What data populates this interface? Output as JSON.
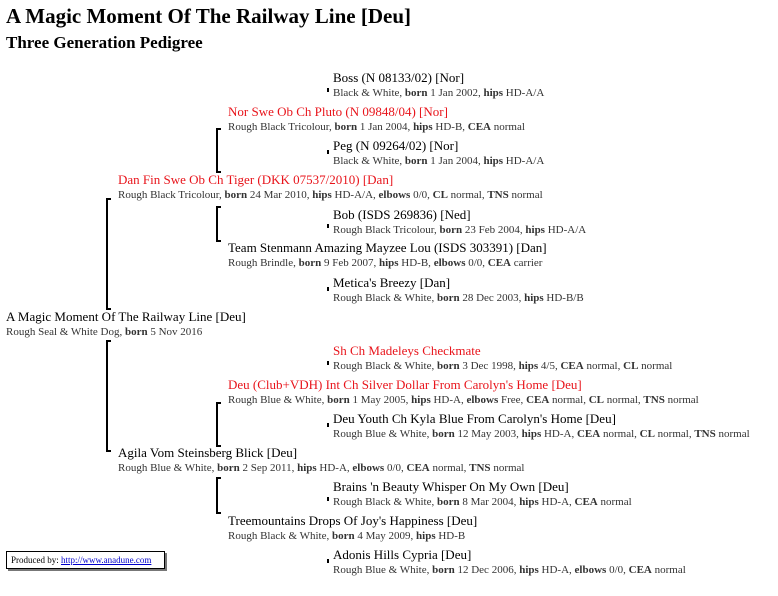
{
  "title": "A Magic Moment Of The Railway Line [Deu]",
  "subtitle": "Three Generation Pedigree",
  "dogs": [
    {
      "name": "A Magic Moment Of The Railway Line [Deu]",
      "titled": false,
      "details": [
        [
          "Rough Seal & White Dog, ",
          ""
        ],
        [
          "born",
          "b"
        ],
        [
          " 5 Nov 2016",
          ""
        ]
      ]
    },
    {
      "name": "Dan Fin Swe Ob Ch Tiger (DKK 07537/2010) [Dan]",
      "titled": true,
      "details": [
        [
          "Rough Black Tricolour, ",
          ""
        ],
        [
          "born",
          "b"
        ],
        [
          " 24 Mar 2010, ",
          ""
        ],
        [
          "hips",
          "b"
        ],
        [
          " HD-A/A, ",
          ""
        ],
        [
          "elbows",
          "b"
        ],
        [
          " 0/0, ",
          ""
        ],
        [
          "CL",
          "b"
        ],
        [
          " normal, ",
          ""
        ],
        [
          "TNS",
          "b"
        ],
        [
          " normal",
          ""
        ]
      ]
    },
    {
      "name": "Agila Vom Steinsberg Blick [Deu]",
      "titled": false,
      "details": [
        [
          "Rough Blue & White, ",
          ""
        ],
        [
          "born",
          "b"
        ],
        [
          " 2 Sep 2011, ",
          ""
        ],
        [
          "hips",
          "b"
        ],
        [
          " HD-A, ",
          ""
        ],
        [
          "elbows",
          "b"
        ],
        [
          " 0/0, ",
          ""
        ],
        [
          "CEA",
          "b"
        ],
        [
          " normal, ",
          ""
        ],
        [
          "TNS",
          "b"
        ],
        [
          " normal",
          ""
        ]
      ]
    },
    {
      "name": "Nor Swe Ob Ch Pluto (N 09848/04) [Nor]",
      "titled": true,
      "details": [
        [
          "Rough Black Tricolour, ",
          ""
        ],
        [
          "born",
          "b"
        ],
        [
          " 1 Jan 2004, ",
          ""
        ],
        [
          "hips",
          "b"
        ],
        [
          " HD-B, ",
          ""
        ],
        [
          "CEA",
          "b"
        ],
        [
          " normal",
          ""
        ]
      ]
    },
    {
      "name": "Team Stenmann Amazing Mayzee Lou (ISDS 303391) [Dan]",
      "titled": false,
      "details": [
        [
          "Rough Brindle, ",
          ""
        ],
        [
          "born",
          "b"
        ],
        [
          " 9 Feb 2007, ",
          ""
        ],
        [
          "hips",
          "b"
        ],
        [
          " HD-B, ",
          ""
        ],
        [
          "elbows",
          "b"
        ],
        [
          " 0/0, ",
          ""
        ],
        [
          "CEA",
          "b"
        ],
        [
          " carrier",
          ""
        ]
      ]
    },
    {
      "name": "Deu (Club+VDH) Int Ch Silver Dollar From Carolyn's Home [Deu]",
      "titled": true,
      "details": [
        [
          "Rough Blue & White, ",
          ""
        ],
        [
          "born",
          "b"
        ],
        [
          " 1 May 2005, ",
          ""
        ],
        [
          "hips",
          "b"
        ],
        [
          " HD-A, ",
          ""
        ],
        [
          "elbows",
          "b"
        ],
        [
          " Free, ",
          ""
        ],
        [
          "CEA",
          "b"
        ],
        [
          " normal, ",
          ""
        ],
        [
          "CL",
          "b"
        ],
        [
          " normal, ",
          ""
        ],
        [
          "TNS",
          "b"
        ],
        [
          " normal",
          ""
        ]
      ]
    },
    {
      "name": "Treemountains Drops Of Joy's Happiness [Deu]",
      "titled": false,
      "details": [
        [
          "Rough Black & White, ",
          ""
        ],
        [
          "born",
          "b"
        ],
        [
          " 4 May 2009, ",
          ""
        ],
        [
          "hips",
          "b"
        ],
        [
          " HD-B",
          ""
        ]
      ]
    },
    {
      "name": "Boss (N 08133/02) [Nor]",
      "titled": false,
      "details": [
        [
          "Black & White, ",
          ""
        ],
        [
          "born",
          "b"
        ],
        [
          " 1 Jan 2002, ",
          ""
        ],
        [
          "hips",
          "b"
        ],
        [
          " HD-A/A",
          ""
        ]
      ]
    },
    {
      "name": "Peg (N 09264/02) [Nor]",
      "titled": false,
      "details": [
        [
          "Black & White, ",
          ""
        ],
        [
          "born",
          "b"
        ],
        [
          " 1 Jan 2004, ",
          ""
        ],
        [
          "hips",
          "b"
        ],
        [
          " HD-A/A",
          ""
        ]
      ]
    },
    {
      "name": "Bob (ISDS 269836) [Ned]",
      "titled": false,
      "details": [
        [
          "Rough Black Tricolour, ",
          ""
        ],
        [
          "born",
          "b"
        ],
        [
          " 23 Feb 2004, ",
          ""
        ],
        [
          "hips",
          "b"
        ],
        [
          " HD-A/A",
          ""
        ]
      ]
    },
    {
      "name": "Metica's Breezy [Dan]",
      "titled": false,
      "details": [
        [
          "Rough Black & White, ",
          ""
        ],
        [
          "born",
          "b"
        ],
        [
          " 28 Dec 2003, ",
          ""
        ],
        [
          "hips",
          "b"
        ],
        [
          " HD-B/B",
          ""
        ]
      ]
    },
    {
      "name": "Sh Ch Madeleys Checkmate",
      "titled": true,
      "details": [
        [
          "Rough Black & White, ",
          ""
        ],
        [
          "born",
          "b"
        ],
        [
          " 3 Dec 1998, ",
          ""
        ],
        [
          "hips",
          "b"
        ],
        [
          " 4/5, ",
          ""
        ],
        [
          "CEA",
          "b"
        ],
        [
          " normal, ",
          ""
        ],
        [
          "CL",
          "b"
        ],
        [
          " normal",
          ""
        ]
      ]
    },
    {
      "name": "Deu Youth Ch Kyla Blue From Carolyn's Home [Deu]",
      "titled": false,
      "details": [
        [
          "Rough Blue & White, ",
          ""
        ],
        [
          "born",
          "b"
        ],
        [
          " 12 May 2003, ",
          ""
        ],
        [
          "hips",
          "b"
        ],
        [
          " HD-A, ",
          ""
        ],
        [
          "CEA",
          "b"
        ],
        [
          " normal, ",
          ""
        ],
        [
          "CL",
          "b"
        ],
        [
          " normal, ",
          ""
        ],
        [
          "TNS",
          "b"
        ],
        [
          " normal",
          ""
        ]
      ]
    },
    {
      "name": "Brains 'n Beauty Whisper On My Own [Deu]",
      "titled": false,
      "details": [
        [
          "Rough Black & White, ",
          ""
        ],
        [
          "born",
          "b"
        ],
        [
          " 8 Mar 2004, ",
          ""
        ],
        [
          "hips",
          "b"
        ],
        [
          " HD-A, ",
          ""
        ],
        [
          "CEA",
          "b"
        ],
        [
          " normal",
          ""
        ]
      ]
    },
    {
      "name": "Adonis Hills Cypria [Deu]",
      "titled": false,
      "details": [
        [
          "Rough Blue & White, ",
          ""
        ],
        [
          "born",
          "b"
        ],
        [
          " 12 Dec 2006, ",
          ""
        ],
        [
          "hips",
          "b"
        ],
        [
          " HD-A, ",
          ""
        ],
        [
          "elbows",
          "b"
        ],
        [
          " 0/0, ",
          ""
        ],
        [
          "CEA",
          "b"
        ],
        [
          " normal",
          ""
        ]
      ]
    }
  ],
  "footer": {
    "label": "Produced by:",
    "link_text": "http://www.anadune.com"
  },
  "colors": {
    "titled_name": "#e8141b",
    "link": "#0000cc"
  }
}
